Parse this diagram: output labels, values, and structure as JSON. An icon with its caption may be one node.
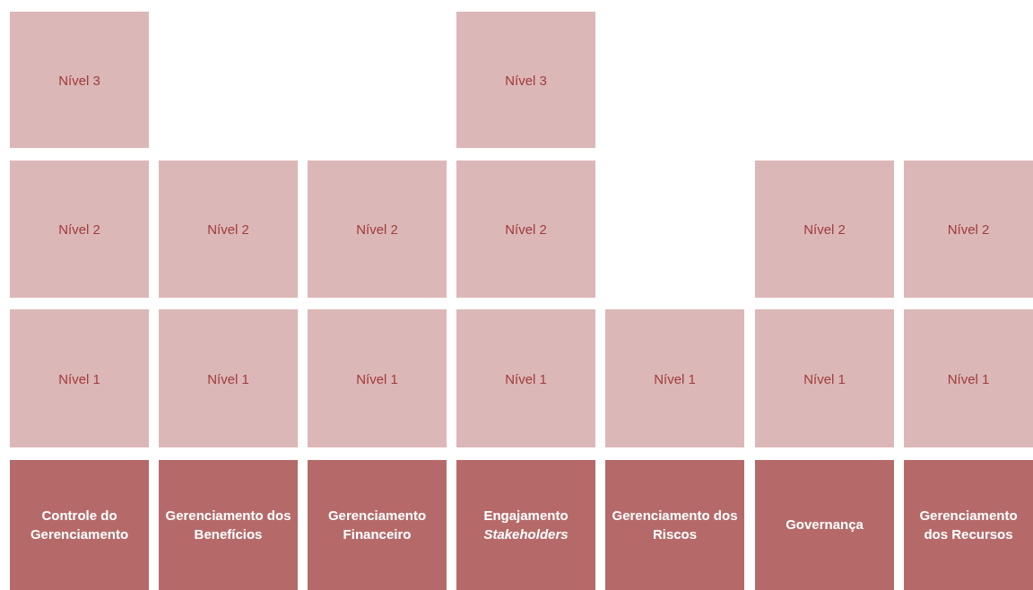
{
  "diagram": {
    "nodes": [
      {
        "text": [
          "Nível 3"
        ]
      },
      {
        "text": [
          "Nível 3"
        ]
      },
      {
        "text": [
          "Nível 2"
        ]
      },
      {
        "text": [
          "Nível 2"
        ]
      },
      {
        "text": [
          "Nível 2"
        ]
      },
      {
        "text": [
          "Nível 2"
        ]
      },
      {
        "text": [
          "Nível 2"
        ]
      },
      {
        "text": [
          "Nível 2"
        ]
      },
      {
        "text": [
          "Nível 1"
        ]
      },
      {
        "text": [
          "Nível 1"
        ]
      },
      {
        "text": [
          "Nível 1"
        ]
      },
      {
        "text": [
          "Nível 1"
        ]
      },
      {
        "text": [
          "Nível 1"
        ]
      },
      {
        "text": [
          "Nível 1"
        ]
      },
      {
        "text": [
          "Nível 1"
        ]
      },
      {
        "text": [
          "Controle do Gerenciamento"
        ]
      },
      {
        "text": [
          "Gerenciamento dos Benefícios"
        ]
      },
      {
        "text": [
          "Gerenciamento Financeiro"
        ]
      },
      {
        "text": [
          "Engajamento *Stakeholders*"
        ]
      },
      {
        "text": [
          "Gerenciamento dos Riscos"
        ]
      },
      {
        "text": [
          "Governança"
        ]
      },
      {
        "text": [
          "Gerenciamento dos Recursos"
        ]
      }
    ],
    "edges": []
  }
}
